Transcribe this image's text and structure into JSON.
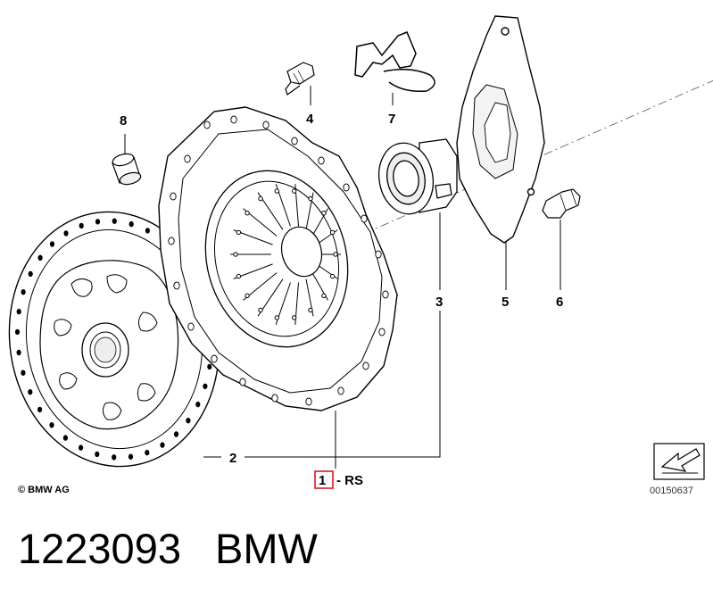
{
  "callouts": {
    "c1": "1",
    "c1_suffix": "- RS",
    "c2": "2",
    "c3": "3",
    "c4": "4",
    "c5": "5",
    "c6": "6",
    "c7": "7",
    "c8": "8"
  },
  "copyright": "© BMW AG",
  "reference_number": "00150637",
  "caption": {
    "part_number": "1223093",
    "brand": "BMW"
  },
  "colors": {
    "line": "#000000",
    "highlight_box": "#e0141e",
    "shading": "#d9d9d9"
  },
  "icons": [
    "arrow-badge-icon"
  ]
}
